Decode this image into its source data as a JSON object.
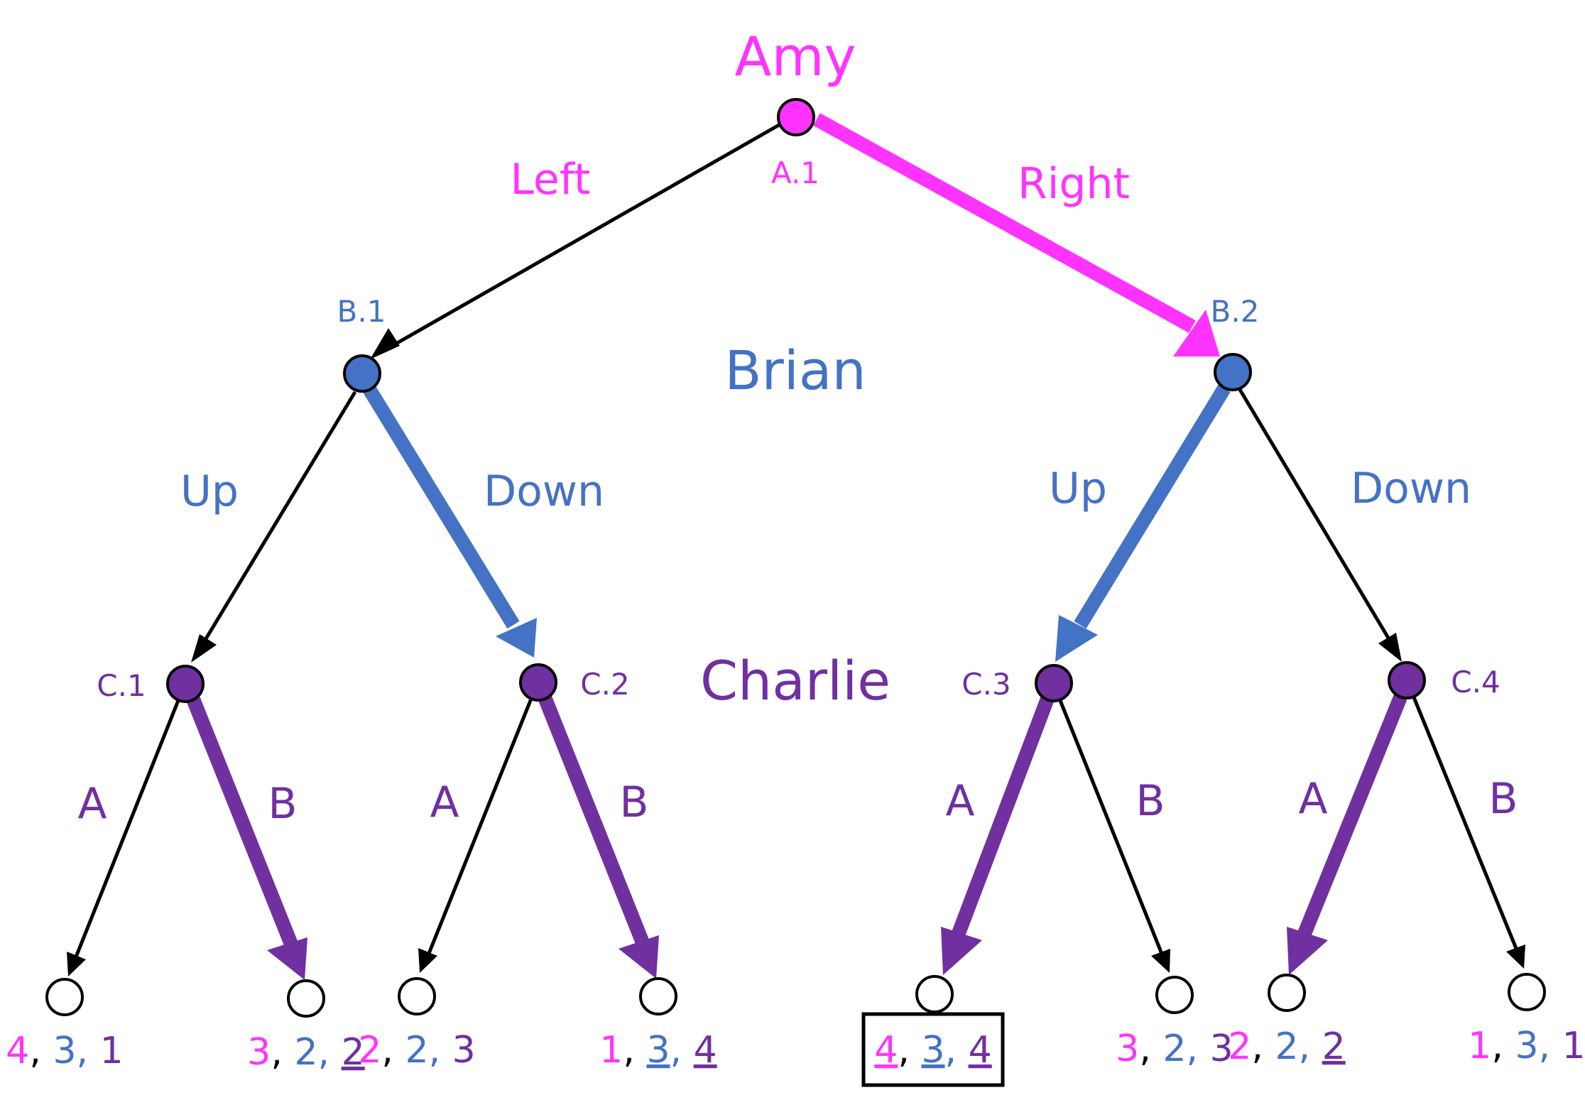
{
  "colors": {
    "amy": "#ff33ff",
    "brian": "#4472c4",
    "charlie": "#7030a0",
    "neutral": "#000000",
    "leaf_fill": "#ffffff"
  },
  "players": {
    "amy": "Amy",
    "brian": "Brian",
    "charlie": "Charlie"
  },
  "node_labels": {
    "a1": "A.1",
    "b1": "B.1",
    "b2": "B.2",
    "c1": "C.1",
    "c2": "C.2",
    "c3": "C.3",
    "c4": "C.4"
  },
  "moves": {
    "left": "Left",
    "right": "Right",
    "b1_up": "Up",
    "b1_down": "Down",
    "b2_up": "Up",
    "b2_down": "Down",
    "c1_a": "A",
    "c1_b": "B",
    "c2_a": "A",
    "c2_b": "B",
    "c3_a": "A",
    "c3_b": "B",
    "c4_a": "A",
    "c4_b": "B"
  },
  "leaves": [
    {
      "amy": "4",
      "brian": "3",
      "charlie": "1",
      "underline": []
    },
    {
      "amy": "3",
      "brian": "2",
      "charlie": "2",
      "underline": [
        "charlie"
      ]
    },
    {
      "amy": "2",
      "brian": "2",
      "charlie": "3",
      "underline": []
    },
    {
      "amy": "1",
      "brian": "3",
      "charlie": "4",
      "underline": [
        "brian",
        "charlie"
      ]
    },
    {
      "amy": "4",
      "brian": "3",
      "charlie": "4",
      "underline": [
        "amy",
        "brian",
        "charlie"
      ],
      "boxed": true
    },
    {
      "amy": "3",
      "brian": "2",
      "charlie": "3",
      "underline": []
    },
    {
      "amy": "2",
      "brian": "2",
      "charlie": "2",
      "underline": [
        "charlie"
      ]
    },
    {
      "amy": "1",
      "brian": "3",
      "charlie": "1",
      "underline": []
    }
  ],
  "highlighted_moves": [
    "right",
    "b1_down",
    "b2_up",
    "c1_b",
    "c2_b",
    "c3_a",
    "c4_a"
  ]
}
